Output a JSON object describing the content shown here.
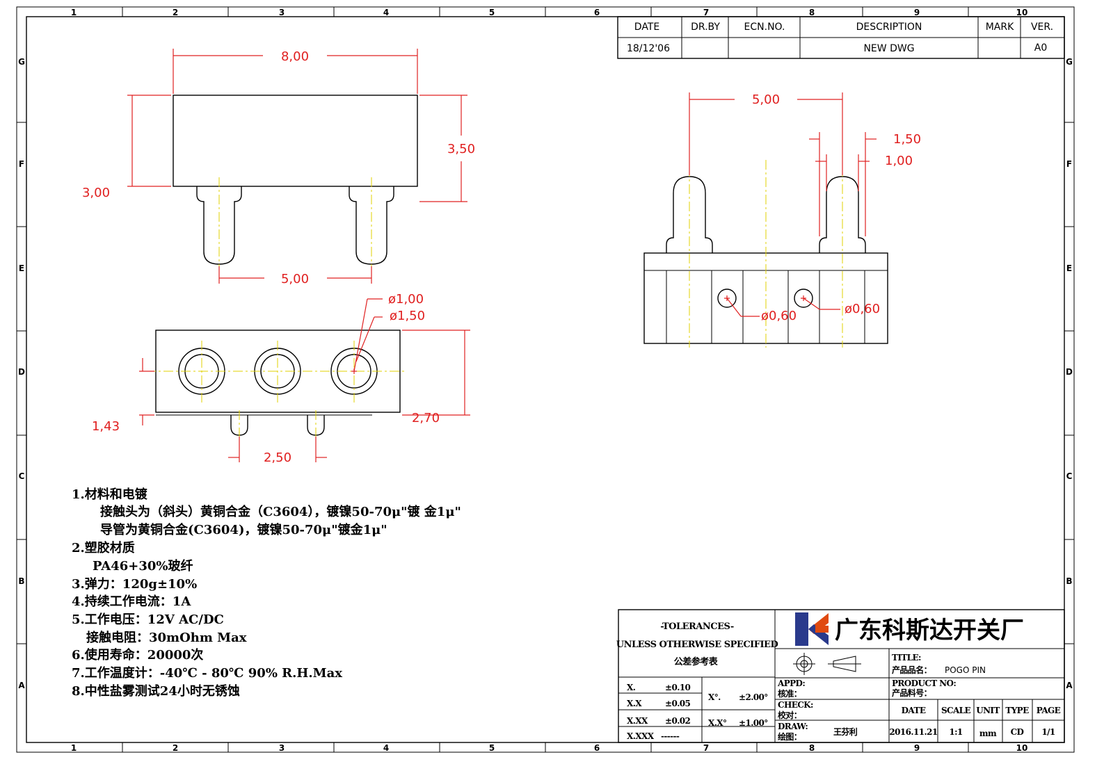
{
  "grid": {
    "columns": [
      "1",
      "2",
      "3",
      "4",
      "5",
      "6",
      "7",
      "8",
      "9",
      "10"
    ],
    "rows": [
      "G",
      "F",
      "E",
      "D",
      "C",
      "B",
      "A"
    ]
  },
  "revision_table": {
    "headers": [
      "DATE",
      "DR.BY",
      "ECN.NO.",
      "DESCRIPTION",
      "MARK",
      "VER."
    ],
    "row": {
      "date": "18/12'06",
      "dr_by": "",
      "ecn_no": "",
      "description": "NEW DWG",
      "mark": "",
      "ver": "A0"
    }
  },
  "dimensions": {
    "top_width": "8,00",
    "top_body_height": "3,50",
    "top_left_height": "3,00",
    "top_pitch": "5,00",
    "dia_inner": "ø1,00",
    "dia_outer": "ø1,50",
    "side_left": "1,43",
    "side_right": "2,70",
    "side_pitch": "2,50",
    "right_pitch": "5,00",
    "right_d1": "1,50",
    "right_d2": "1,00",
    "hole_a": "ø0,60",
    "hole_b": "ø0,60"
  },
  "notes": [
    "1.材料和电镀",
    "接触头为（斜头）黄铜合金（C3604），镀镍50-70μ\"镀 金1μ\"",
    "导管为黄铜合金(C3604)，镀镍50-70μ\"镀金1μ\"",
    "2.塑胶材质",
    "PA46+30%玻纤",
    "3.弹力：120g±10%",
    "4.持续工作电流：1A",
    "5.工作电压：12V AC/DC",
    "接触电阻：30mOhm Max",
    "6.使用寿命：20000次",
    "7.工作温度计：-40℃ - 80℃  90% R.H.Max",
    "8.中性盐雾测试24小时无锈蚀"
  ],
  "title_block": {
    "tolerances_title": "-TOLERANCES-",
    "tolerances_sub": "UNLESS OTHERWISE SPECIFIED",
    "tolerances_cn": "公差参考表",
    "tol_rows": [
      {
        "k": "X.",
        "v": "±0.10"
      },
      {
        "k": "X.X",
        "v": "±0.05"
      },
      {
        "k": "X.XX",
        "v": "±0.02"
      },
      {
        "k": "X.XXX",
        "v": "------"
      }
    ],
    "ang_rows": [
      {
        "k": "X°.",
        "v": "±2.00°"
      },
      {
        "k": "X.X°",
        "v": "±1.00°"
      }
    ],
    "company": "广东科斯达开关厂",
    "title_label": "TITLE:",
    "product_name_label": "产品品名：",
    "product_name": "POGO PIN",
    "product_no_label": "PRODUCT NO:",
    "product_no_cn": "产品料号：",
    "appd": "APPD:",
    "appd_cn": "核准：",
    "check": "CHECK:",
    "check_cn": "校对：",
    "draw": "DRAW:",
    "draw_cn": "绘图：",
    "drawer": "王芬利",
    "meta_headers": [
      "DATE",
      "SCALE",
      "UNIT",
      "TYPE",
      "PAGE"
    ],
    "meta_values": [
      "2016.11.21",
      "1:1",
      "mm",
      "CD",
      "1/1"
    ]
  }
}
